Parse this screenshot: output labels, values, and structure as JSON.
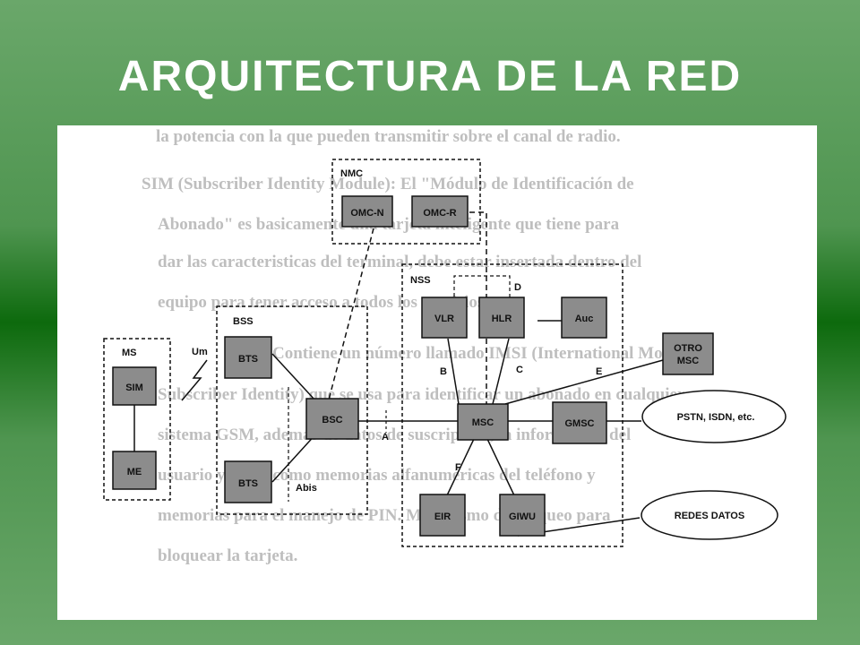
{
  "title": "ARQUITECTURA DE LA RED",
  "background_text": [
    "la potencia con la que pueden transmitir sobre el canal de radio.",
    "SIM (Subscriber Identity Module): El \"Módulo de Identificación de",
    "Abonado\" es basicamente una tarjeta inteligente que tiene para",
    "dar las caracteristicas del terminal, debe estar insertada dentro del",
    "equipo para tener acceso a todos los servicios.",
    "Contiene un número llamado IMSI (International Mobile",
    "Subscriber Identity) que se usa para identificar un abonado en cualquier",
    "sistema GSM, además de datos de suscripción, la información del",
    "usuario y datos como memorias alfanuméricas del teléfono y",
    "memorias para el manejo de PIN. Mecanismo de bloqueo para",
    "bloquear la tarjeta."
  ],
  "groups": {
    "nmc": "NMC",
    "bss": "BSS",
    "nss": "NSS",
    "ms": "MS"
  },
  "nodes": {
    "omc_n": "OMC-N",
    "omc_r": "OMC-R",
    "vlr": "VLR",
    "hlr": "HLR",
    "auc": "Auc",
    "bts1": "BTS",
    "bts2": "BTS",
    "bsc": "BSC",
    "msc": "MSC",
    "gmsc": "GMSC",
    "eir": "EIR",
    "giwu": "GIWU",
    "sim": "SIM",
    "me": "ME",
    "otro_msc_1": "OTRO",
    "otro_msc_2": "MSC",
    "pstn": "PSTN, ISDN, etc.",
    "redes_datos": "REDES DATOS"
  },
  "interfaces": {
    "um": "Um",
    "abis": "Abis",
    "a": "A",
    "b": "B",
    "c": "C",
    "d": "D",
    "e": "E",
    "f": "F"
  }
}
